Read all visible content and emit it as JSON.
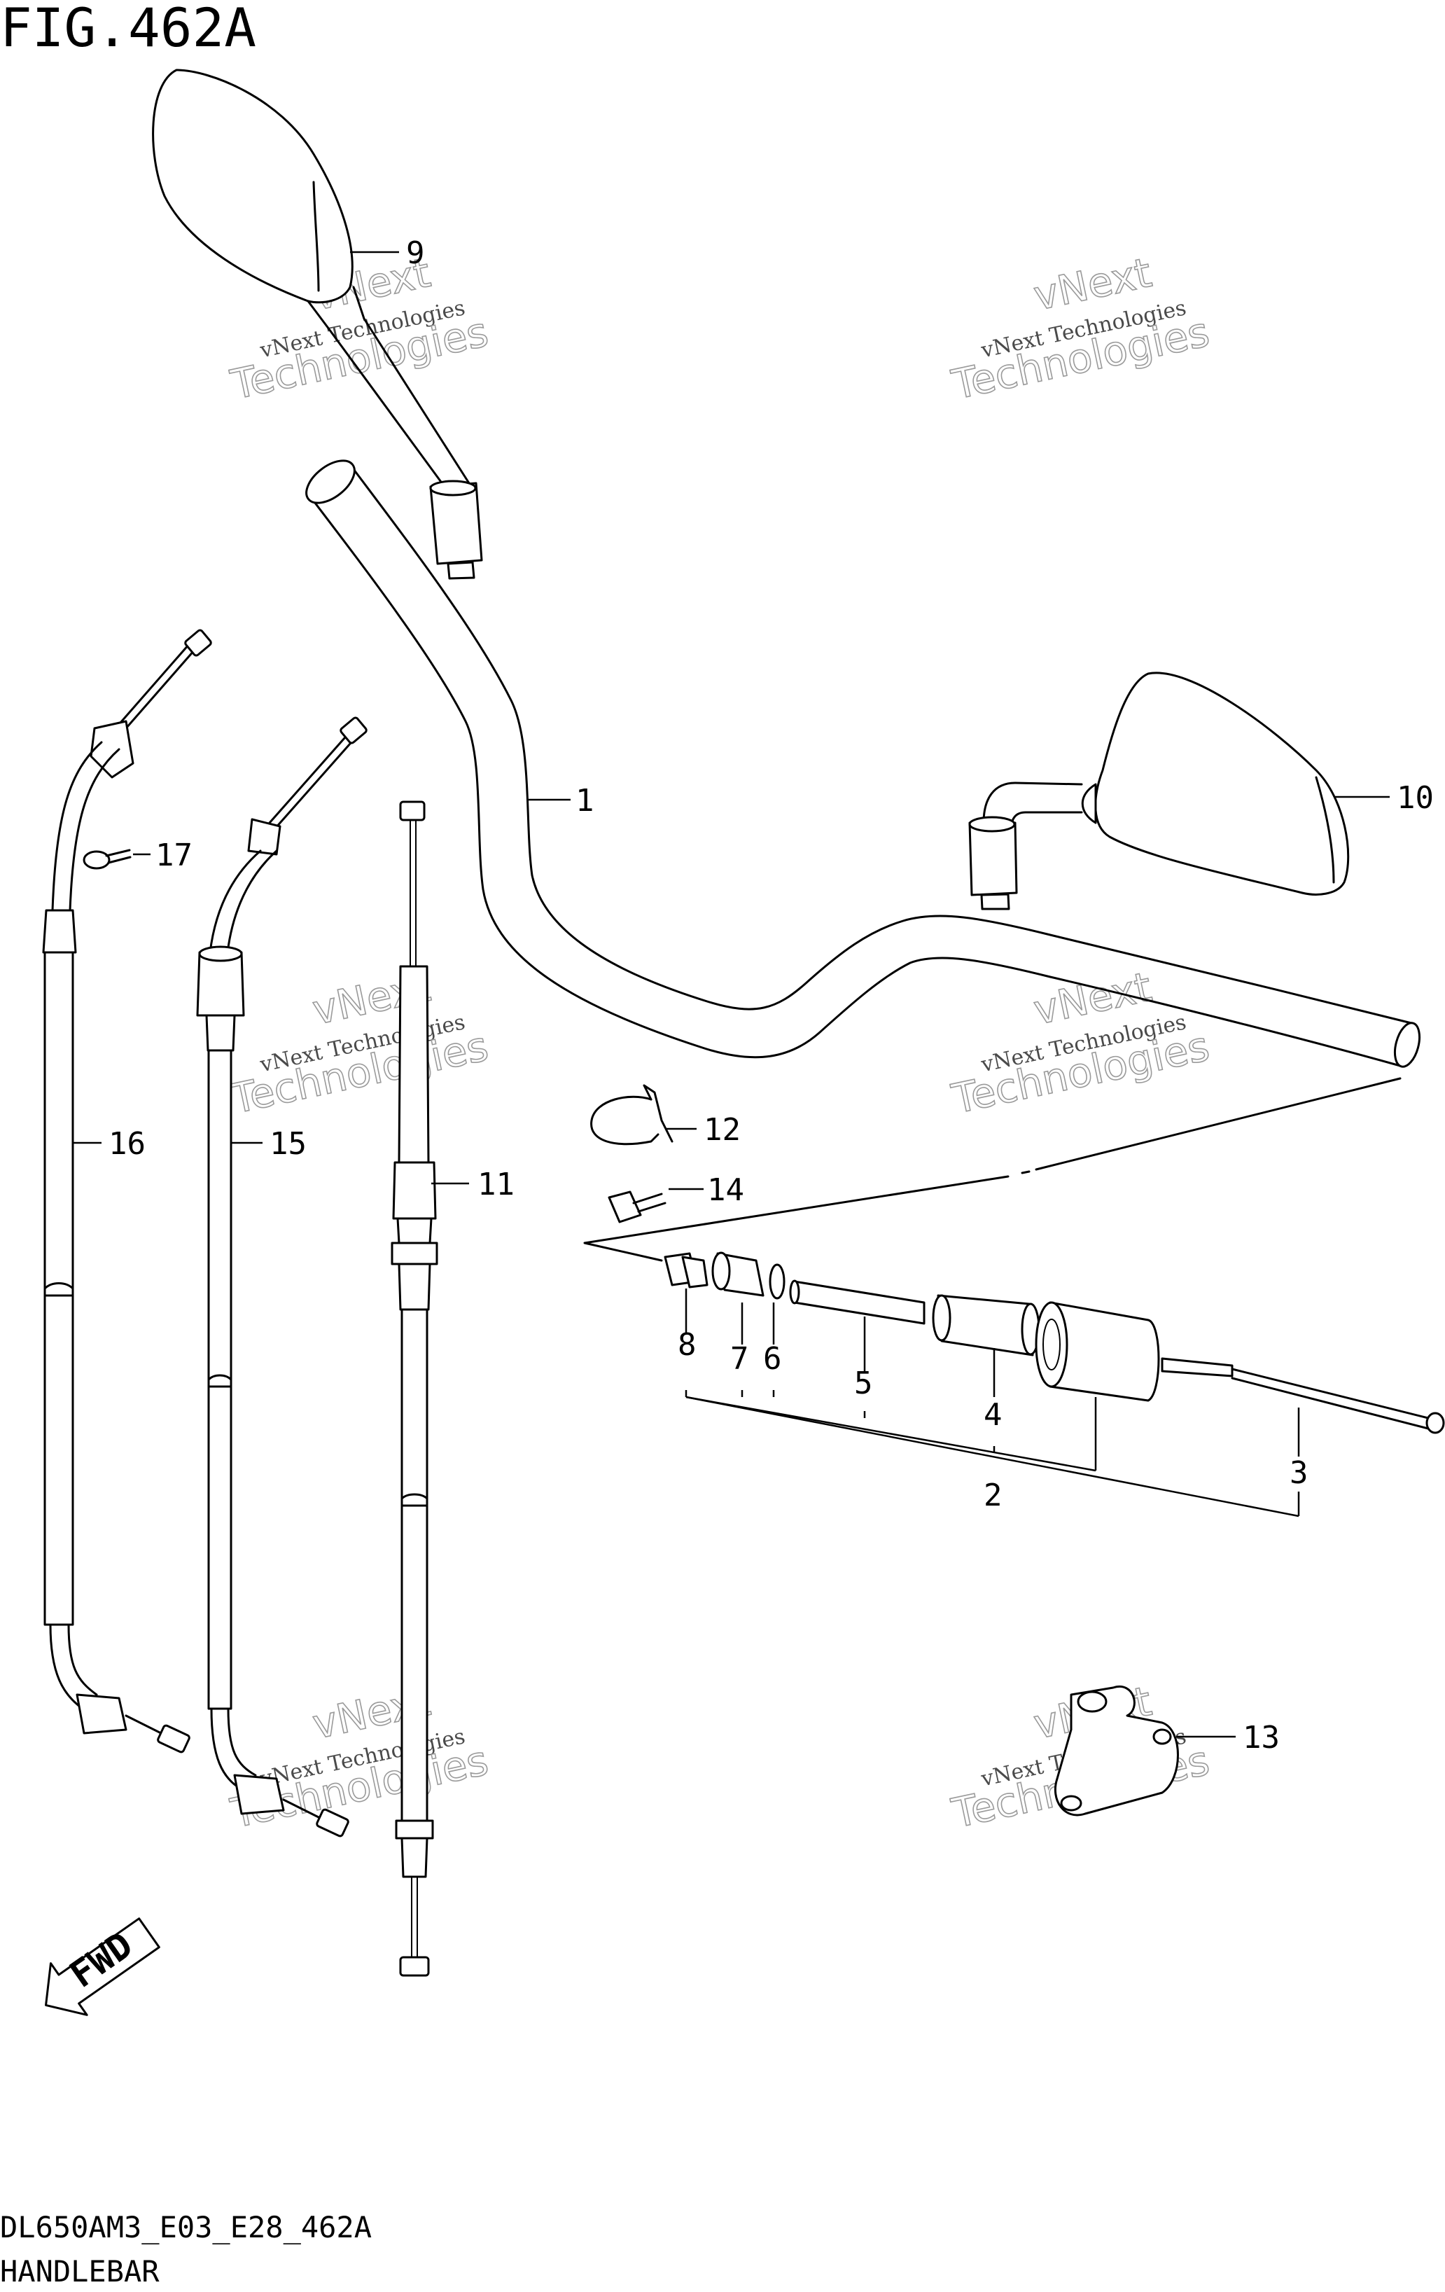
{
  "figure": {
    "title": "FIG.462A",
    "code": "DL650AM3_E03_E28_462A",
    "name": "HANDLEBAR"
  },
  "callouts": [
    {
      "id": "1",
      "label": "1"
    },
    {
      "id": "2",
      "label": "2"
    },
    {
      "id": "3",
      "label": "3"
    },
    {
      "id": "4",
      "label": "4"
    },
    {
      "id": "5",
      "label": "5"
    },
    {
      "id": "6",
      "label": "6"
    },
    {
      "id": "7",
      "label": "7"
    },
    {
      "id": "8",
      "label": "8"
    },
    {
      "id": "9",
      "label": "9"
    },
    {
      "id": "10",
      "label": "10"
    },
    {
      "id": "11",
      "label": "11"
    },
    {
      "id": "12",
      "label": "12"
    },
    {
      "id": "13",
      "label": "13"
    },
    {
      "id": "14",
      "label": "14"
    },
    {
      "id": "15",
      "label": "15"
    },
    {
      "id": "16",
      "label": "16"
    },
    {
      "id": "17",
      "label": "17"
    }
  ],
  "fwd_label": "FWD",
  "watermark": {
    "line1": "vNext",
    "line2": "vNext Technologies",
    "line3": "Technologies"
  },
  "colors": {
    "ink": "#000000",
    "background": "#ffffff",
    "watermark": "#9a9a9a"
  }
}
